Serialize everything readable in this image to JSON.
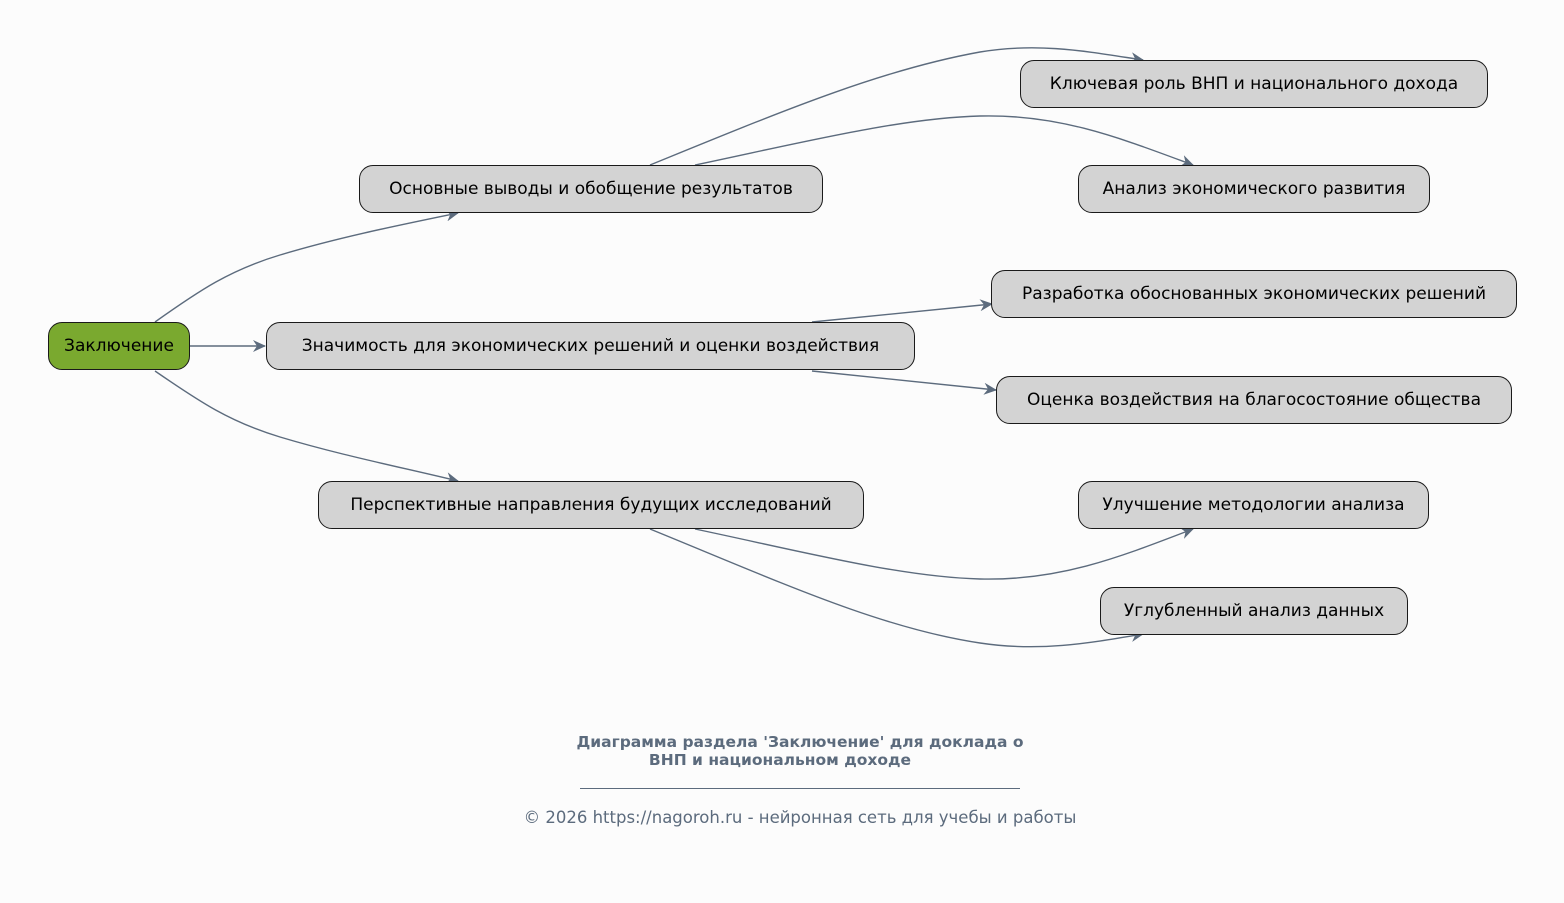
{
  "diagram": {
    "root": {
      "id": "root",
      "label": "Заключение"
    },
    "level1": [
      {
        "id": "n1",
        "label": "Основные выводы и обобщение результатов"
      },
      {
        "id": "n2",
        "label": "Значимость для экономических решений и оценки воздействия"
      },
      {
        "id": "n3",
        "label": "Перспективные направления будущих исследований"
      }
    ],
    "level2": [
      {
        "id": "n1a",
        "parent": "n1",
        "label": "Ключевая роль ВНП и национального дохода"
      },
      {
        "id": "n1b",
        "parent": "n1",
        "label": "Анализ экономического развития"
      },
      {
        "id": "n2a",
        "parent": "n2",
        "label": "Разработка обоснованных экономических решений"
      },
      {
        "id": "n2b",
        "parent": "n2",
        "label": "Оценка воздействия на благосостояние общества"
      },
      {
        "id": "n3a",
        "parent": "n3",
        "label": "Улучшение методологии анализа"
      },
      {
        "id": "n3b",
        "parent": "n3",
        "label": "Углубленный анализ данных"
      }
    ],
    "colors": {
      "root_fill": "#7aa92f",
      "node_fill": "#d3d3d3",
      "edge": "#5c6b7d",
      "text_muted": "#5c6b7d"
    }
  },
  "caption": {
    "line1": "Диаграмма раздела 'Заключение' для доклада о",
    "line2": "ВНП и национальном доходе"
  },
  "footer": "© 2026 https://nagoroh.ru - нейронная сеть для учебы и работы"
}
